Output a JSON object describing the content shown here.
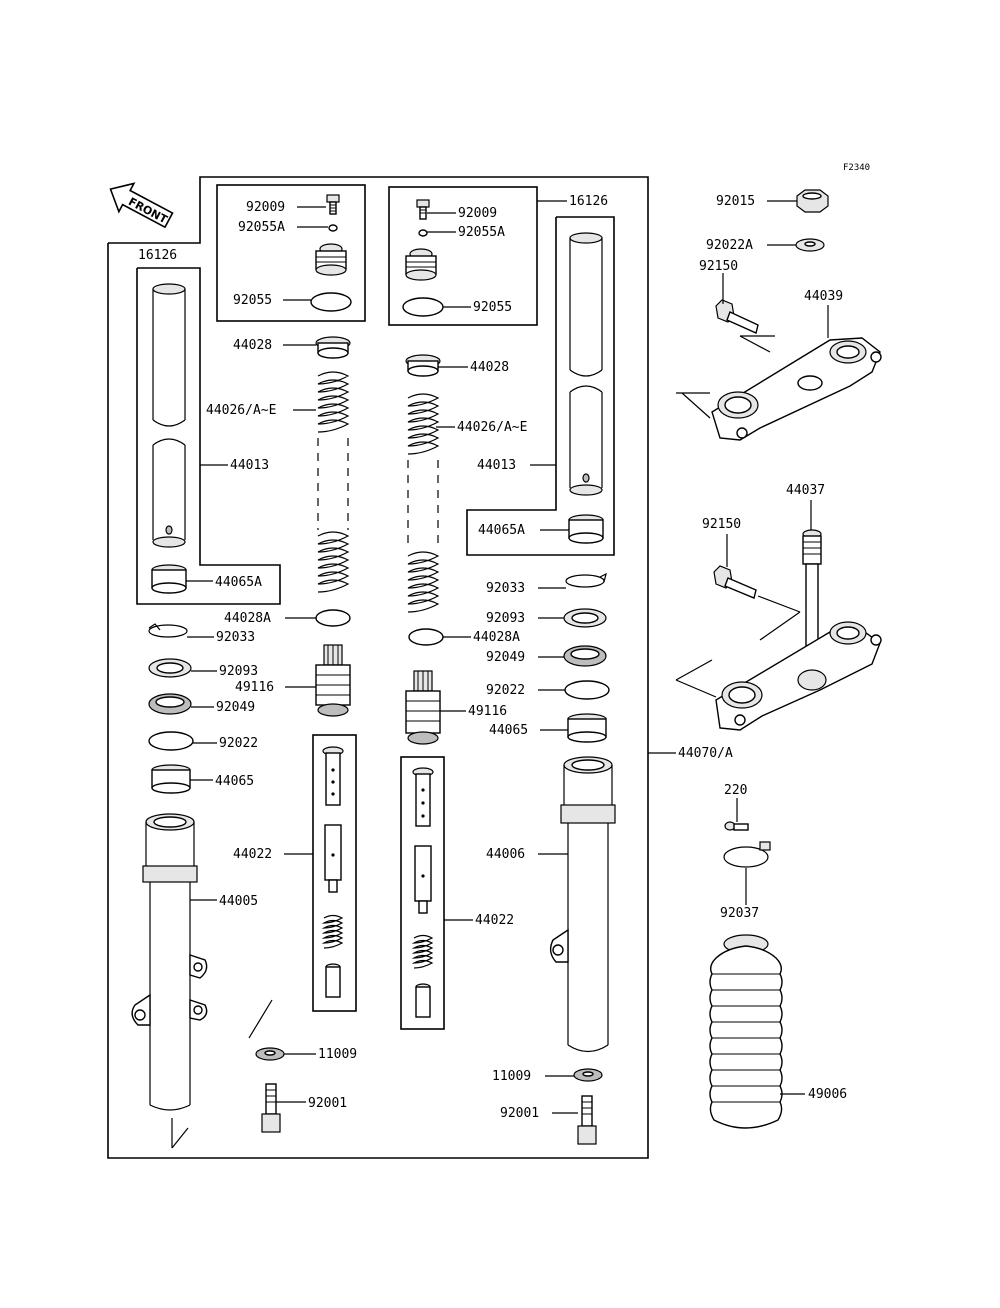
{
  "figure_code": "F2340",
  "front_label": "FRONT",
  "callouts": {
    "p16126_left": "16126",
    "p16126_right": "16126",
    "p92009_left": "92009",
    "p92009_right": "92009",
    "p92055A_left": "92055A",
    "p92055A_right": "92055A",
    "p92055_left": "92055",
    "p92055_right": "92055",
    "p44028_left": "44028",
    "p44028_right": "44028",
    "p44026_left": "44026/A~E",
    "p44026_right": "44026/A~E",
    "p44013_left": "44013",
    "p44013_right": "44013",
    "p44065A_left": "44065A",
    "p44065A_right": "44065A",
    "p44028A_left": "44028A",
    "p44028A_right": "44028A",
    "p92033_left": "92033",
    "p92033_right": "92033",
    "p92093_left": "92093",
    "p92093_right": "92093",
    "p49116_left": "49116",
    "p49116_right": "49116",
    "p92049_left": "92049",
    "p92049_right": "92049",
    "p92022_left": "92022",
    "p92022_right": "92022",
    "p44065_left": "44065",
    "p44065_right": "44065",
    "p44022_left": "44022",
    "p44022_right": "44022",
    "p44005": "44005",
    "p44006": "44006",
    "p44070": "44070/A",
    "p11009_left": "11009",
    "p11009_right": "11009",
    "p92001_left": "92001",
    "p92001_right": "92001",
    "p92015": "92015",
    "p92022A": "92022A",
    "p92150_top": "92150",
    "p44039": "44039",
    "p44037": "44037",
    "p92150_bottom": "92150",
    "p220": "220",
    "p92037": "92037",
    "p49006": "49006"
  }
}
